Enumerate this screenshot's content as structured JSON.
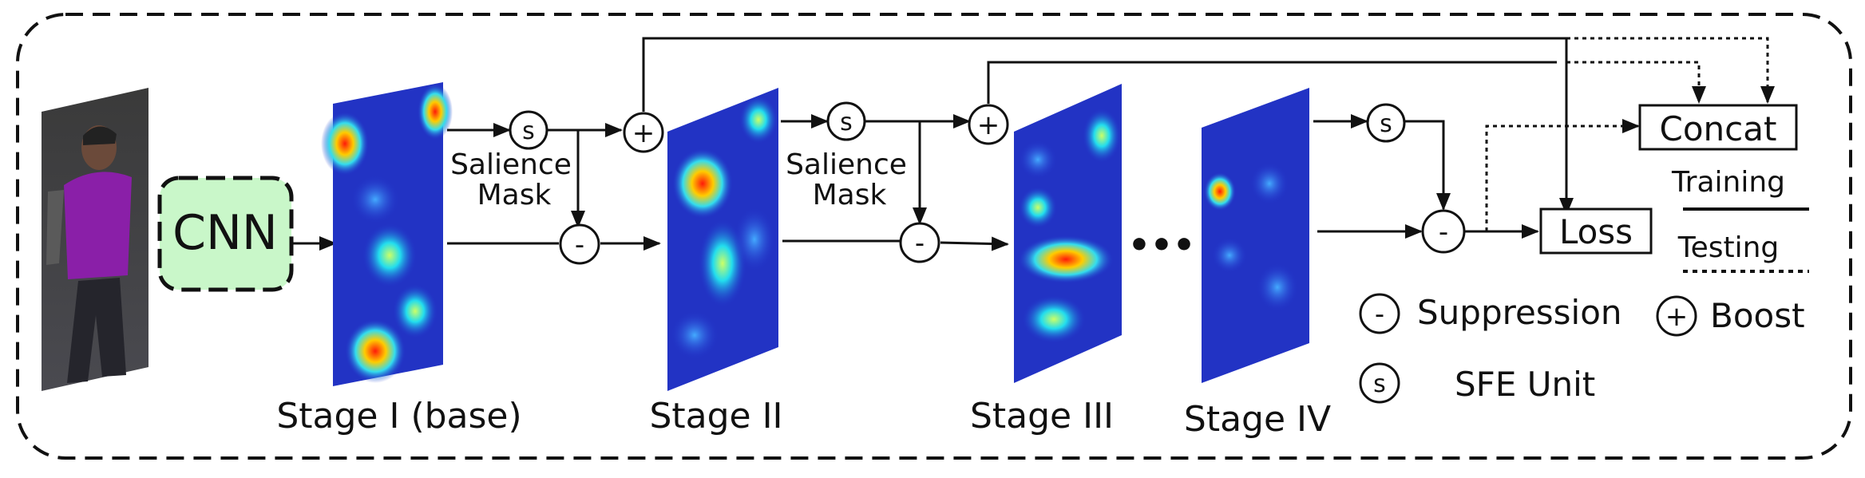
{
  "cnn_label": "CNN",
  "salience_mask_line1": "Salience",
  "salience_mask_line2": "Mask",
  "unit_s": "s",
  "unit_minus": "-",
  "unit_plus": "+",
  "dots": "•••",
  "stages": [
    "Stage I (base)",
    "Stage II",
    "Stage III",
    "Stage IV"
  ],
  "concat_label": "Concat",
  "loss_label": "Loss",
  "legend": {
    "training": "Training",
    "testing": "Testing",
    "suppression": "Suppression",
    "boost": "Boost",
    "sfe_unit": "SFE Unit"
  },
  "colors": {
    "cnn_fill": "#c9f7c9",
    "line": "#111111",
    "heat_low": "#1d2bb8",
    "heat_high": "#ff2a10"
  }
}
